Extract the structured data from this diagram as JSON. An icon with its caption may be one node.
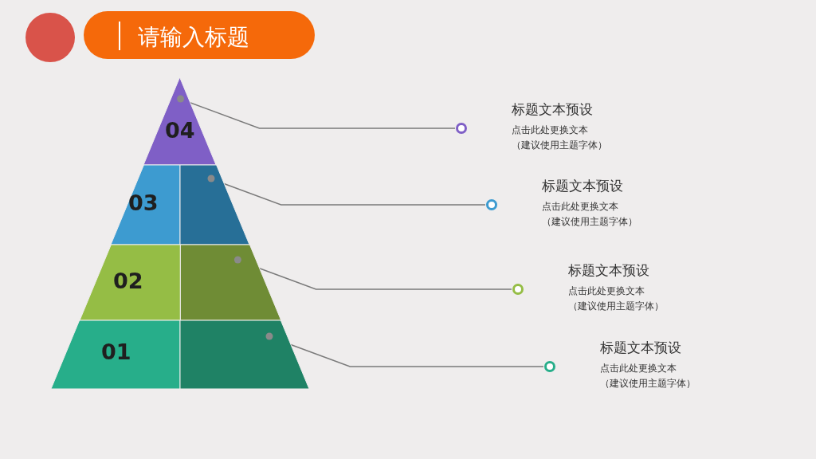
{
  "diagram": {
    "title": "请输入标题",
    "nodes": [
      {
        "text": [
          "04"
        ]
      },
      {
        "text": [
          "03"
        ]
      },
      {
        "text": [
          "02"
        ]
      },
      {
        "text": [
          "01"
        ]
      },
      {
        "text": [
          "标题文本预设",
          "点击此处更换文本（建议使用主题字体）"
        ]
      },
      {
        "text": [
          "标题文本预设",
          "点击此处更换文本（建议使用主题字体）"
        ]
      },
      {
        "text": [
          "标题文本预设",
          "点击此处更换文本（建议使用主题字体）"
        ]
      },
      {
        "text": [
          "标题文本预设",
          "点击此处更换文本（建议使用主题字体）"
        ]
      }
    ],
    "edges": [
      {
        "from": 0,
        "to": 4,
        "arrow": "none"
      },
      {
        "from": 1,
        "to": 5,
        "arrow": "none"
      },
      {
        "from": 2,
        "to": 6,
        "arrow": "none"
      },
      {
        "from": 3,
        "to": 7,
        "arrow": "none"
      }
    ]
  }
}
